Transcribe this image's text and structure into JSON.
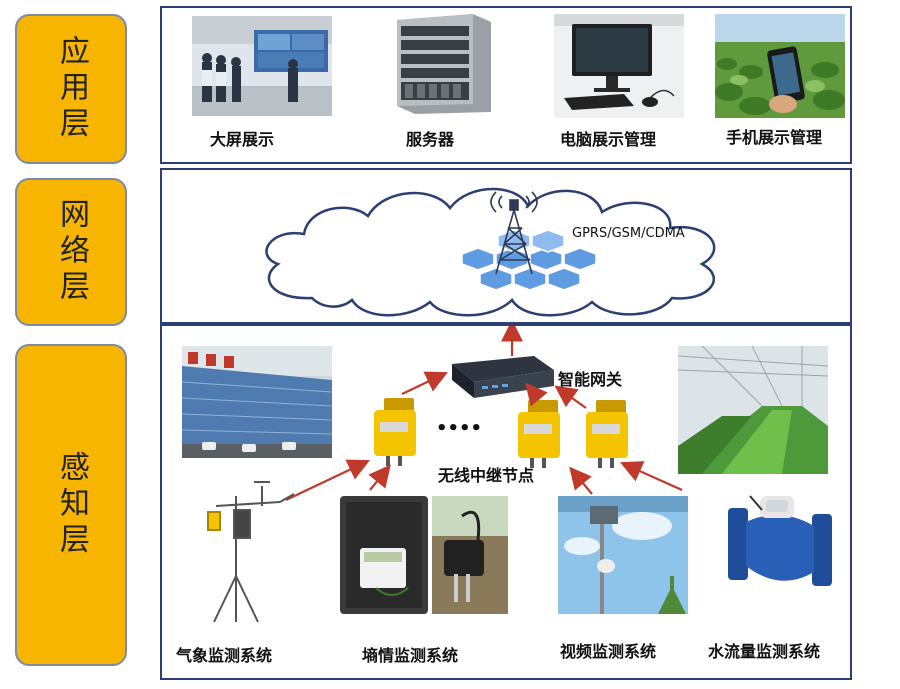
{
  "layers": {
    "application": "应用层",
    "network": "网络层",
    "perception": "感知层"
  },
  "application_items": [
    {
      "label": "大屏展示",
      "icon": "big-screen-display-photo"
    },
    {
      "label": "服务器",
      "icon": "server-rack-photo"
    },
    {
      "label": "电脑展示管理",
      "icon": "computer-monitor-photo"
    },
    {
      "label": "手机展示管理",
      "icon": "mobile-phone-field-photo"
    }
  ],
  "network": {
    "protocol": "GPRS/GSM/CDMA",
    "icon": "cell-tower-icon"
  },
  "perception": {
    "gateway": "智能网关",
    "relay_nodes": "无线中继节点",
    "ellipsis": "••••",
    "systems": [
      {
        "label": "气象监测系统",
        "icon": "weather-station-photo"
      },
      {
        "label": "墒情监测系统",
        "icon": "soil-moisture-kit-photo"
      },
      {
        "label": "视频监测系统",
        "icon": "video-camera-photo"
      },
      {
        "label": "水流量监测系统",
        "icon": "water-flow-meter-photo"
      }
    ]
  },
  "colors": {
    "layer_fill": "#f7b500",
    "panel_border": "#2c3f73",
    "arrow": "#c0392b"
  }
}
